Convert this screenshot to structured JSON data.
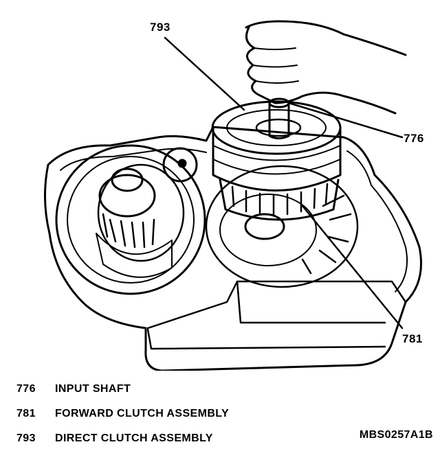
{
  "callouts": {
    "c793": "793",
    "c776": "776",
    "c781": "781"
  },
  "legend": [
    {
      "number": "776",
      "label": "INPUT SHAFT"
    },
    {
      "number": "781",
      "label": "FORWARD CLUTCH ASSEMBLY"
    },
    {
      "number": "793",
      "label": "DIRECT CLUTCH ASSEMBLY"
    }
  ],
  "figure_code": "MBS0257A1B",
  "colors": {
    "ink": "#000000",
    "paper": "#ffffff"
  }
}
